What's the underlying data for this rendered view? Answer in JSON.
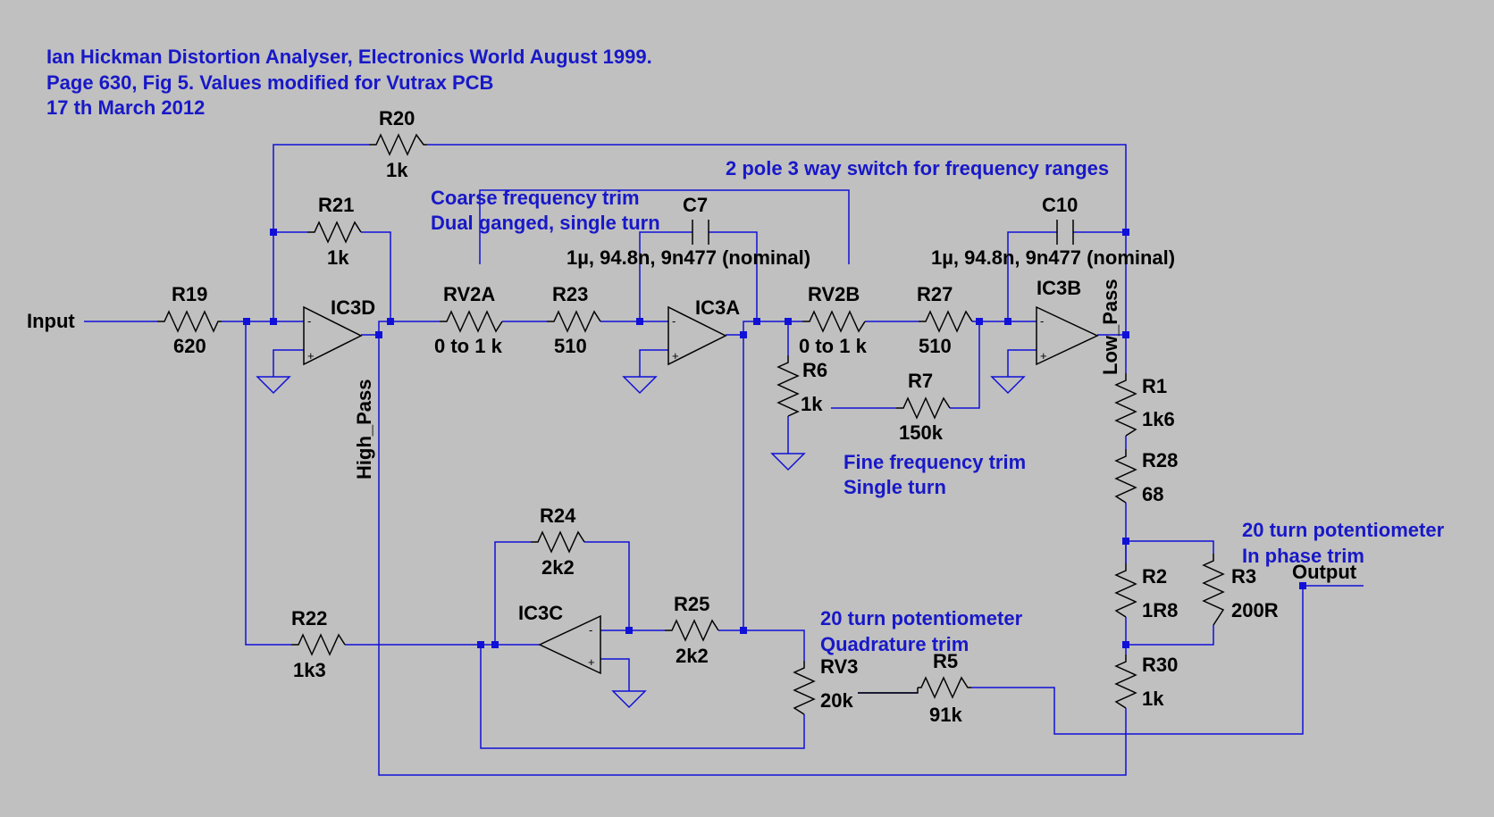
{
  "header": {
    "line1": "Ian Hickman Distortion Analyser, Electronics World August 1999.",
    "line2": "Page 630, Fig 5. Values modified for Vutrax PCB",
    "line3": "17 th March 2012"
  },
  "notes": {
    "switch": "2 pole 3 way switch for frequency ranges",
    "coarse1": "Coarse frequency trim",
    "coarse2": "Dual ganged, single turn",
    "fine1": "Fine frequency trim",
    "fine2": "Single turn",
    "inphase1": "20 turn potentiometer",
    "inphase2": "In phase trim",
    "quad1": "20 turn potentiometer",
    "quad2": "Quadrature trim"
  },
  "nets": {
    "input": "Input",
    "output": "Output",
    "high_pass": "High_Pass",
    "low_pass": "Low_Pass"
  },
  "opamps": {
    "ic3d": "IC3D",
    "ic3a": "IC3A",
    "ic3b": "IC3B",
    "ic3c": "IC3C",
    "plus": "+",
    "minus": "-"
  },
  "components": {
    "r19": {
      "ref": "R19",
      "value": "620"
    },
    "r20": {
      "ref": "R20",
      "value": "1k"
    },
    "r21": {
      "ref": "R21",
      "value": "1k"
    },
    "rv2a": {
      "ref": "RV2A",
      "value": "0 to 1 k"
    },
    "r23": {
      "ref": "R23",
      "value": "510"
    },
    "c7": {
      "ref": "C7",
      "value": "1µ, 94.8n, 9n477 (nominal)"
    },
    "rv2b": {
      "ref": "RV2B",
      "value": "0 to 1 k"
    },
    "r27": {
      "ref": "R27",
      "value": "510"
    },
    "c10": {
      "ref": "C10",
      "value": "1µ, 94.8n, 9n477 (nominal)"
    },
    "r6": {
      "ref": "R6",
      "value": "1k"
    },
    "r7": {
      "ref": "R7",
      "value": "150k"
    },
    "r1": {
      "ref": "R1",
      "value": "1k6"
    },
    "r28": {
      "ref": "R28",
      "value": "68"
    },
    "r2": {
      "ref": "R2",
      "value": "1R8"
    },
    "r3": {
      "ref": "R3",
      "value": "200R"
    },
    "r30": {
      "ref": "R30",
      "value": "1k"
    },
    "r24": {
      "ref": "R24",
      "value": "2k2"
    },
    "r25": {
      "ref": "R25",
      "value": "2k2"
    },
    "r22": {
      "ref": "R22",
      "value": "1k3"
    },
    "rv3": {
      "ref": "RV3",
      "value": "20k"
    },
    "r5": {
      "ref": "R5",
      "value": "91k"
    }
  }
}
